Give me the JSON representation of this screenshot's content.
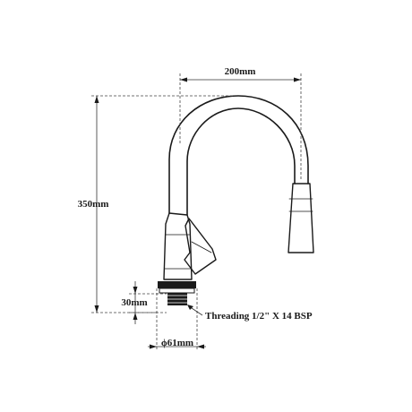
{
  "dimensions": {
    "spout_reach": "200mm",
    "height": "350mm",
    "base_height": "30mm",
    "base_diameter": "ϕ61mm"
  },
  "annotations": {
    "threading": "Threading 1/2\" X 14 BSP"
  }
}
